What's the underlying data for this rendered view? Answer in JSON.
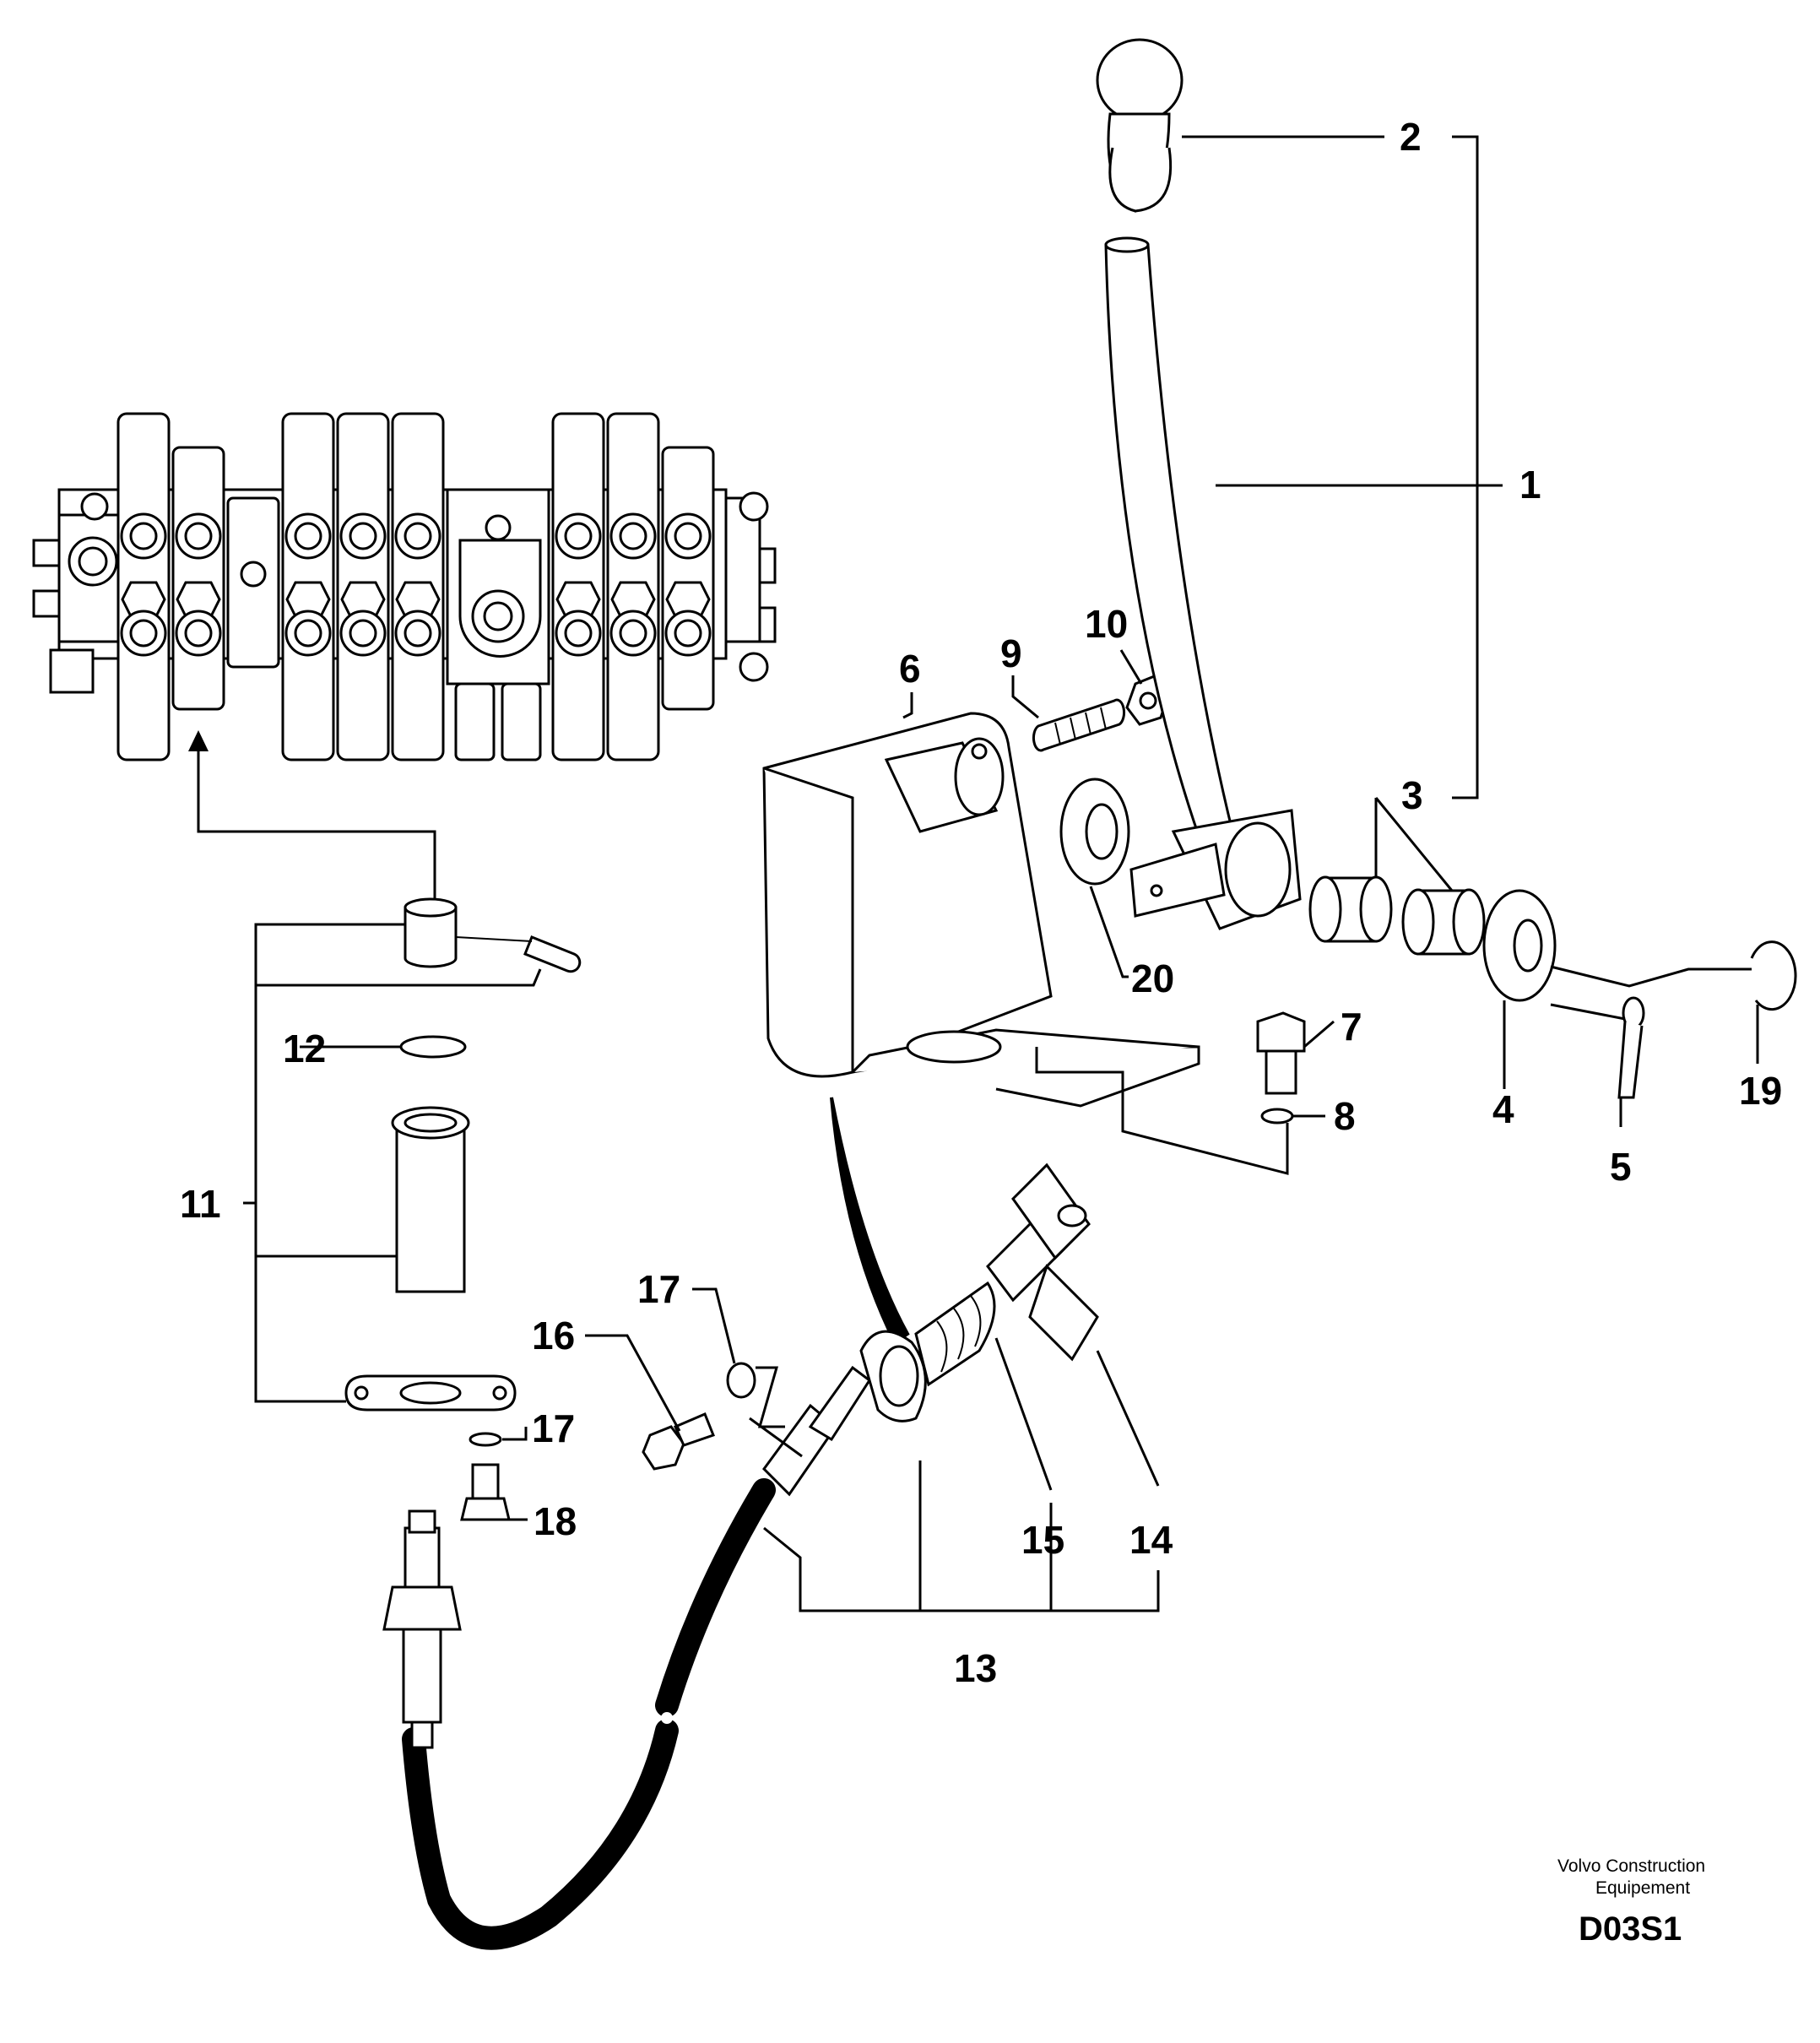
{
  "callouts": {
    "c1": "1",
    "c2": "2",
    "c3": "3",
    "c4": "4",
    "c5": "5",
    "c6": "6",
    "c7": "7",
    "c8": "8",
    "c9": "9",
    "c10": "10",
    "c11": "11",
    "c12": "12",
    "c13": "13",
    "c14": "14",
    "c15": "15",
    "c16": "16",
    "c17a": "17",
    "c17b": "17",
    "c18": "18",
    "c19": "19",
    "c20": "20"
  },
  "footer": {
    "company_line1": "Volvo Construction",
    "company_line2": "Equipement",
    "drawing_code": "D03S1"
  }
}
